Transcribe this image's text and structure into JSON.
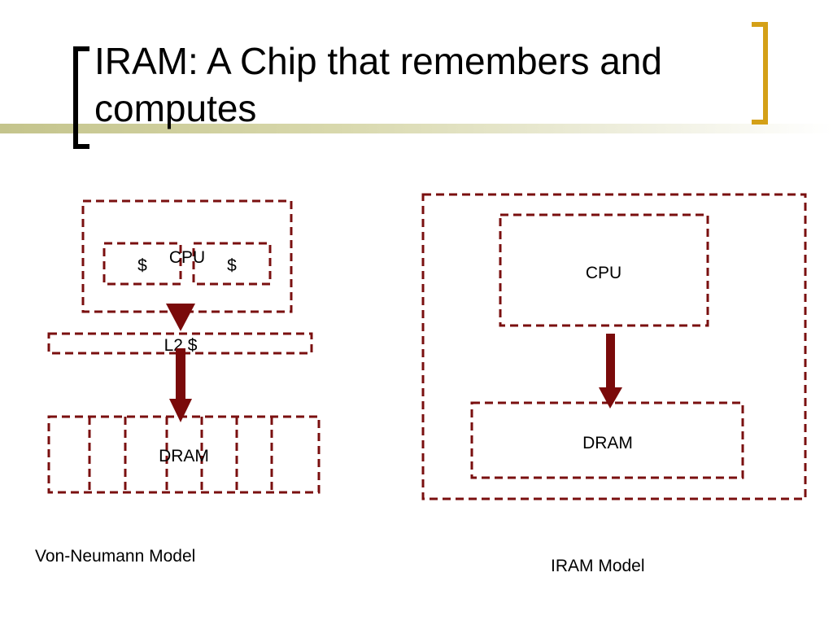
{
  "slide": {
    "title": "IRAM: A Chip that remembers and computes"
  },
  "von_neumann": {
    "cpu_label": "CPU",
    "cache_left_label": "$",
    "cache_right_label": "$",
    "l2_label": "L2 $",
    "dram_label": "DRAM",
    "caption": "Von-Neumann Model"
  },
  "iram": {
    "cpu_label": "CPU",
    "dram_label": "DRAM",
    "caption": "IRAM Model"
  },
  "colors": {
    "box_stroke": "#7a0f0f",
    "arrow": "#7a0a0a",
    "left_bracket": "#000000",
    "right_bracket": "#d4a017",
    "title_band": "#c4c48c"
  }
}
